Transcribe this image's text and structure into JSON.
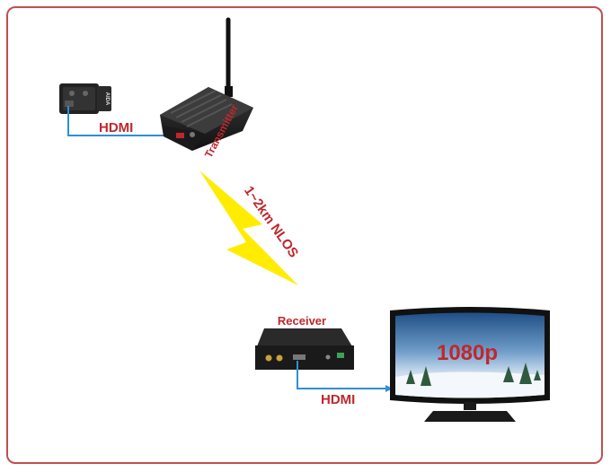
{
  "labels": {
    "hdmi_camera": "HDMI",
    "transmitter": "Transmitter",
    "link": "1~2km NLOS",
    "receiver": "Receiver",
    "hdmi_monitor": "HDMI",
    "resolution": "1080p",
    "camera_brand": "AIDA"
  },
  "colors": {
    "frame": "#c0504d",
    "label_red": "#c0272d",
    "cable_blue": "#2f8fd6",
    "bolt_yellow": "#ffec00",
    "device_dark": "#1c1c1c"
  },
  "icons": {
    "camera": "camera-icon",
    "transmitter": "transmitter-device-icon",
    "antenna": "antenna-icon",
    "wireless_link": "lightning-bolt-icon",
    "receiver": "receiver-device-icon",
    "monitor": "monitor-icon"
  }
}
